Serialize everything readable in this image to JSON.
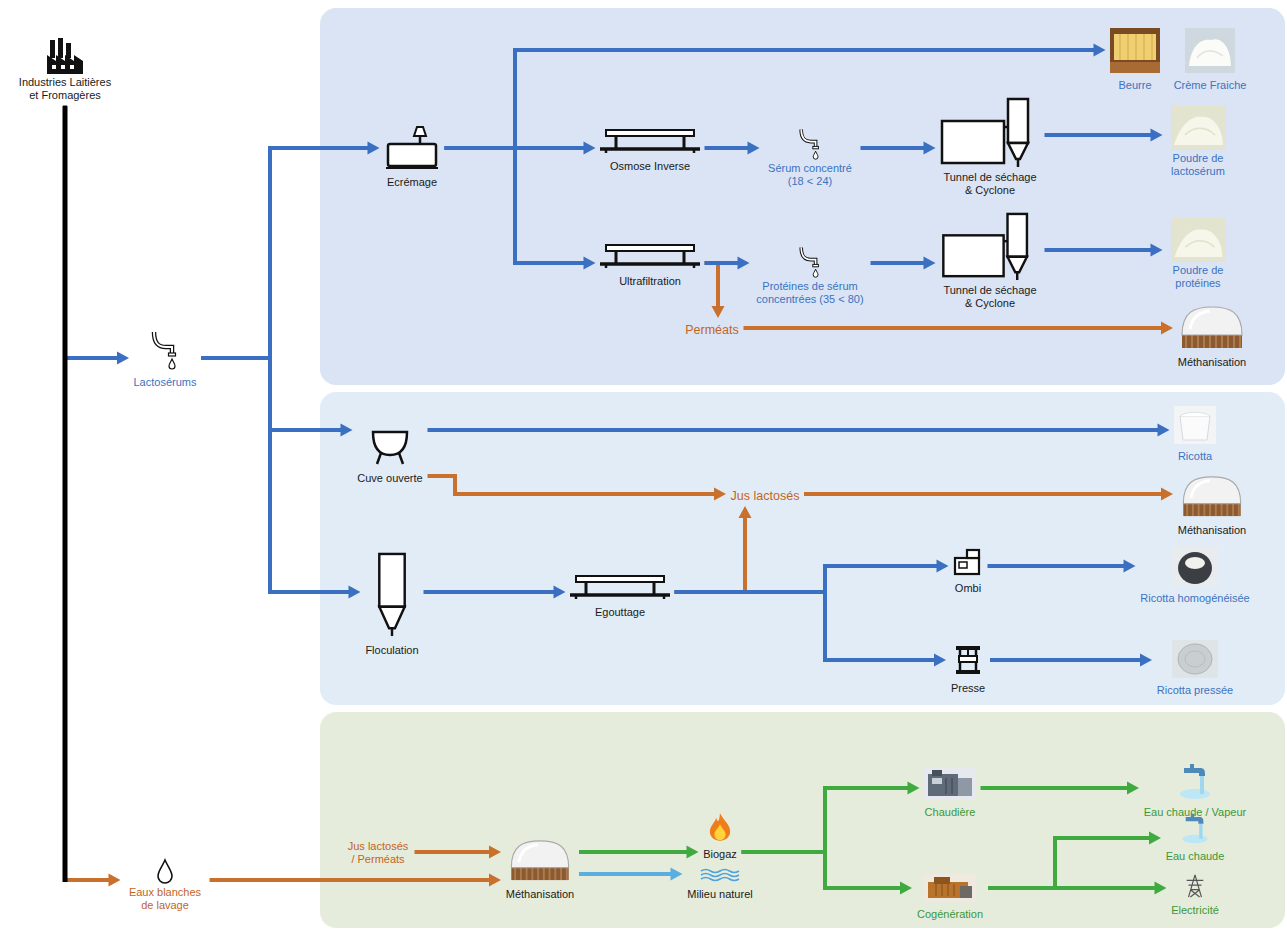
{
  "diagram": {
    "nodes": [
      {
        "text": [
          "Industries Laitières et Fromagères"
        ]
      },
      {
        "text": [
          "Ecrémage"
        ]
      },
      {
        "text": [
          "Beurre"
        ]
      },
      {
        "text": [
          "Crème Fraiche"
        ]
      },
      {
        "text": [
          "Osmose Inverse"
        ]
      },
      {
        "text": [
          "Sérum concentré (18 < 24)"
        ]
      },
      {
        "text": [
          "Tunnel de séchage & Cyclone"
        ]
      },
      {
        "text": [
          "Poudre de lactosérum"
        ]
      },
      {
        "text": [
          "Ultrafiltration"
        ]
      },
      {
        "text": [
          "Protéines de sérum concentrées (35 < 80)"
        ]
      },
      {
        "text": [
          "Tunnel de séchage & Cyclone"
        ]
      },
      {
        "text": [
          "Poudre de protéines"
        ]
      },
      {
        "text": [
          "Perméats"
        ]
      },
      {
        "text": [
          "Méthanisation"
        ]
      },
      {
        "text": [
          "Lactosérums"
        ]
      },
      {
        "text": [
          "Cuve ouverte"
        ]
      },
      {
        "text": [
          "Ricotta"
        ]
      },
      {
        "text": [
          "Jus lactosés"
        ]
      },
      {
        "text": [
          "Méthanisation"
        ]
      },
      {
        "text": [
          "Floculation"
        ]
      },
      {
        "text": [
          "Egouttage"
        ]
      },
      {
        "text": [
          "Ombi"
        ]
      },
      {
        "text": [
          "Ricotta homogénéisée"
        ]
      },
      {
        "text": [
          "Presse"
        ]
      },
      {
        "text": [
          "Ricotta pressée"
        ]
      },
      {
        "text": [
          "Jus lactosés / Perméats"
        ]
      },
      {
        "text": [
          "Méthanisation"
        ]
      },
      {
        "text": [
          "Biogaz"
        ]
      },
      {
        "text": [
          "Milieu naturel"
        ]
      },
      {
        "text": [
          "Chaudière"
        ]
      },
      {
        "text": [
          "Eau chaude / Vapeur"
        ]
      },
      {
        "text": [
          "Cogénération"
        ]
      },
      {
        "text": [
          "Eau chaude"
        ]
      },
      {
        "text": [
          "Electricité"
        ]
      },
      {
        "text": [
          "Eaux blanches de lavage"
        ]
      }
    ],
    "edges": [
      {
        "from": 0,
        "to": 14,
        "arrow": "to"
      },
      {
        "from": 0,
        "to": 34,
        "arrow": "to"
      },
      {
        "from": 14,
        "to": 1,
        "arrow": "to"
      },
      {
        "from": 14,
        "to": 15,
        "arrow": "to"
      },
      {
        "from": 14,
        "to": 19,
        "arrow": "to"
      },
      {
        "from": 1,
        "to": 2,
        "arrow": "to"
      },
      {
        "from": 1,
        "to": 4,
        "arrow": "to"
      },
      {
        "from": 1,
        "to": 8,
        "arrow": "to"
      },
      {
        "from": 4,
        "to": 5,
        "arrow": "to"
      },
      {
        "from": 5,
        "to": 6,
        "arrow": "to"
      },
      {
        "from": 6,
        "to": 7,
        "arrow": "to"
      },
      {
        "from": 8,
        "to": 12,
        "arrow": "to"
      },
      {
        "from": 8,
        "to": 9,
        "arrow": "to"
      },
      {
        "from": 9,
        "to": 10,
        "arrow": "to"
      },
      {
        "from": 10,
        "to": 11,
        "arrow": "to"
      },
      {
        "from": 12,
        "to": 13,
        "arrow": "to"
      },
      {
        "from": 15,
        "to": 16,
        "arrow": "to"
      },
      {
        "from": 15,
        "to": 17,
        "arrow": "to"
      },
      {
        "from": 17,
        "to": 18,
        "arrow": "to"
      },
      {
        "from": 19,
        "to": 20,
        "arrow": "to"
      },
      {
        "from": 20,
        "to": 17,
        "arrow": "to"
      },
      {
        "from": 20,
        "to": 21,
        "arrow": "to"
      },
      {
        "from": 20,
        "to": 23,
        "arrow": "to"
      },
      {
        "from": 21,
        "to": 22,
        "arrow": "to"
      },
      {
        "from": 23,
        "to": 24,
        "arrow": "to"
      },
      {
        "from": 25,
        "to": 26,
        "arrow": "to"
      },
      {
        "from": 34,
        "to": 26,
        "arrow": "to"
      },
      {
        "from": 26,
        "to": 27,
        "arrow": "to"
      },
      {
        "from": 26,
        "to": 28,
        "arrow": "to"
      },
      {
        "from": 27,
        "to": 29,
        "arrow": "to"
      },
      {
        "from": 27,
        "to": 31,
        "arrow": "to"
      },
      {
        "from": 29,
        "to": 30,
        "arrow": "to"
      },
      {
        "from": 31,
        "to": 32,
        "arrow": "to"
      },
      {
        "from": 31,
        "to": 33,
        "arrow": "to"
      }
    ]
  }
}
